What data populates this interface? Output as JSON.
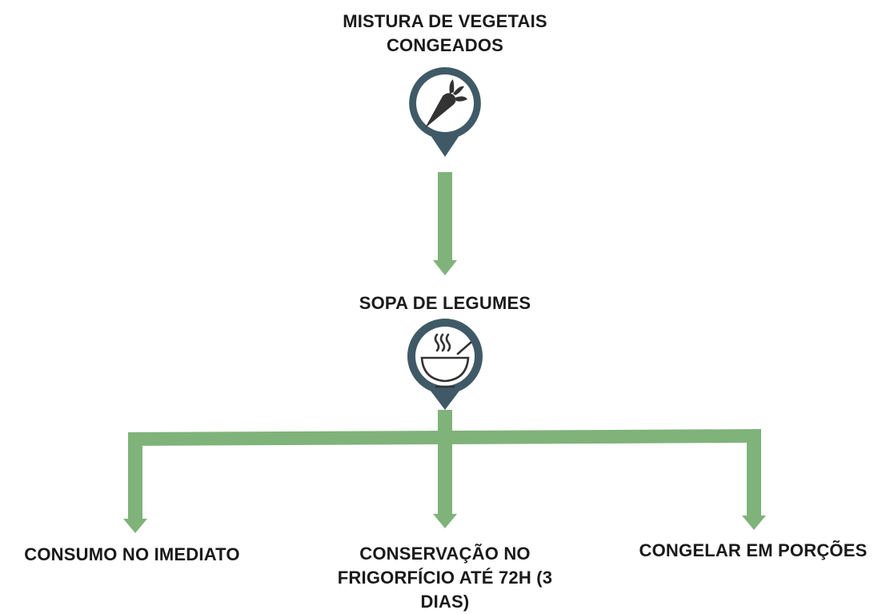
{
  "diagram": {
    "nodes": {
      "source": {
        "label": "MISTURA DE VEGETAIS\nCONGEADOS",
        "icon": "carrot-icon"
      },
      "product": {
        "label": "SOPA DE LEGUMES",
        "icon": "soup-bowl-icon"
      },
      "option_immediate": {
        "label": "CONSUMO NO IMEDIATO"
      },
      "option_fridge": {
        "label": "CONSERVAÇÃO NO\nFRIGORFÍCIO ATÉ 72H (3\nDIAS)"
      },
      "option_freeze": {
        "label": "CONGELAR EM PORÇÕES"
      }
    },
    "colors": {
      "arrow": "#7fb37a",
      "marker": "#3f5a66",
      "text": "#1a1a1a"
    }
  }
}
